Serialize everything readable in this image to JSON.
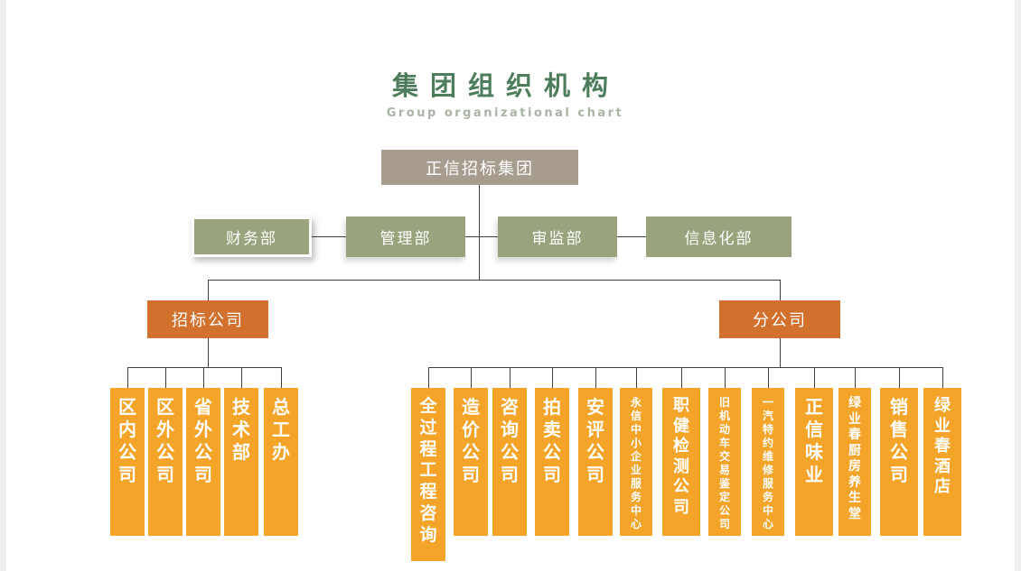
{
  "page": {
    "title": "集团组织机构",
    "subtitle": "Group organizational chart"
  },
  "root": {
    "label": "正信招标集团"
  },
  "departments": [
    {
      "label": "财务部"
    },
    {
      "label": "管理部"
    },
    {
      "label": "审监部"
    },
    {
      "label": "信息化部"
    }
  ],
  "bidding_group": {
    "label": "招标公司",
    "children": [
      {
        "label": "区内公司"
      },
      {
        "label": "区外公司"
      },
      {
        "label": "省外公司"
      },
      {
        "label": "技术部"
      },
      {
        "label": "总工办"
      }
    ]
  },
  "branch_group": {
    "label": "分公司",
    "children": [
      {
        "label": "全过程工程咨询"
      },
      {
        "label": "造价公司"
      },
      {
        "label": "咨询公司"
      },
      {
        "label": "拍卖公司"
      },
      {
        "label": "安评公司"
      },
      {
        "label": "永信中小企业服务中心"
      },
      {
        "label": "职健检测公司"
      },
      {
        "label": "旧机动车交易鉴定公司"
      },
      {
        "label": "一汽特约维修服务中心"
      },
      {
        "label": "正信味业"
      },
      {
        "label": "绿业春厨房养生堂"
      },
      {
        "label": "销售公司"
      },
      {
        "label": "绿业春酒店"
      }
    ]
  },
  "colors": {
    "title_green": "#4e7d5c",
    "subtitle_gray": "#a9b4a4",
    "root_box": "#a79d8f",
    "department_box": "#99a37d",
    "group_box": "#d2712d",
    "child_box": "#f4a428",
    "connector": "#404040"
  }
}
